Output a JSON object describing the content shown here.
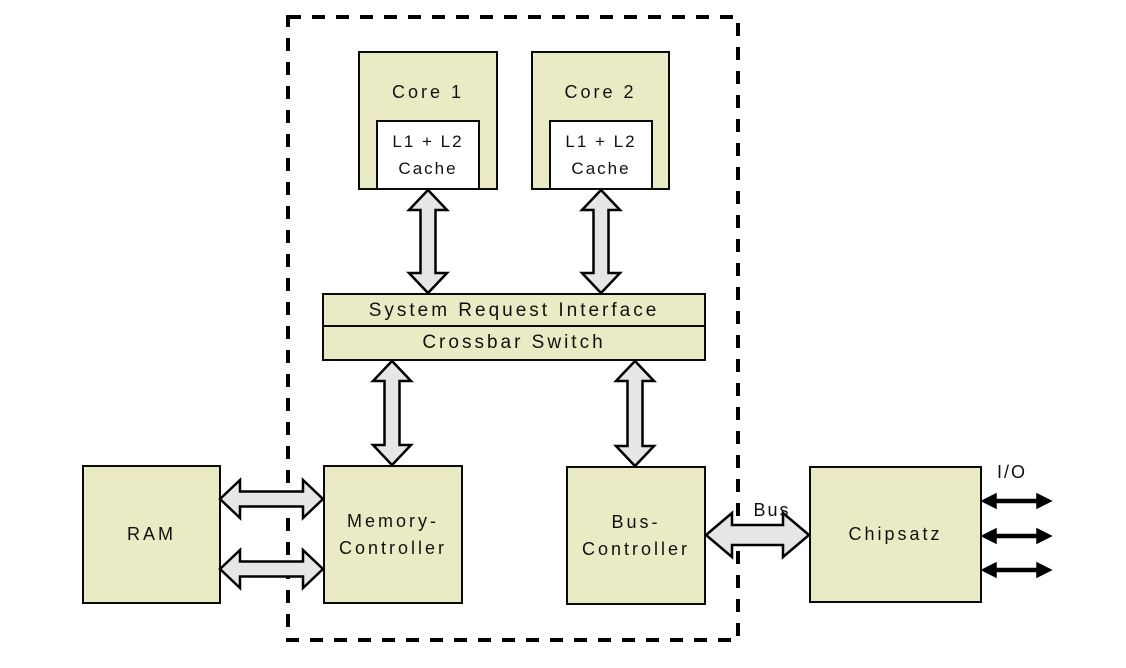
{
  "colors": {
    "background": "#ffffff",
    "node_fill": "#eaebc4",
    "cache_fill": "#ffffff",
    "arrow_fill": "#e6e6e6",
    "outline": "#000000",
    "text": "#111111"
  },
  "cpu": {
    "core1_label": "Core 1",
    "core2_label": "Core 2",
    "cache": {
      "line1": "L1 + L2",
      "line2": "Cache"
    },
    "sri_label": "System Request Interface",
    "crossbar_label": "Crossbar Switch",
    "memory_controller": {
      "line1": "Memory-",
      "line2": "Controller"
    },
    "bus_controller": {
      "line1": "Bus-",
      "line2": "Controller"
    }
  },
  "external": {
    "ram_label": "RAM",
    "chipset_label": "Chipsatz"
  },
  "connections": {
    "bus_label": "Bus",
    "io_label": "I/O",
    "arrows": [
      {
        "name": "arrow-core1-sri",
        "type": "double-arrow-icon"
      },
      {
        "name": "arrow-core2-sri",
        "type": "double-arrow-icon"
      },
      {
        "name": "arrow-crossbar-memory-controller",
        "type": "double-arrow-icon"
      },
      {
        "name": "arrow-crossbar-bus-controller",
        "type": "double-arrow-icon"
      },
      {
        "name": "arrow-ram-memory-upper",
        "type": "double-arrow-icon"
      },
      {
        "name": "arrow-ram-memory-lower",
        "type": "double-arrow-icon"
      },
      {
        "name": "arrow-bus",
        "type": "double-arrow-icon"
      },
      {
        "name": "arrow-io-1",
        "type": "double-arrow-icon"
      },
      {
        "name": "arrow-io-2",
        "type": "double-arrow-icon"
      },
      {
        "name": "arrow-io-3",
        "type": "double-arrow-icon"
      }
    ]
  }
}
